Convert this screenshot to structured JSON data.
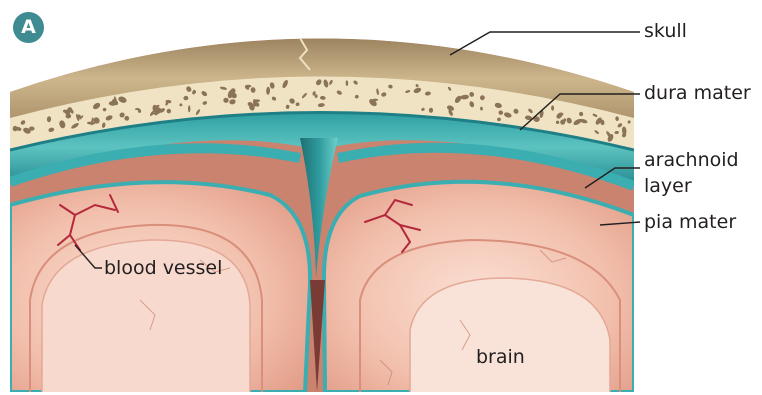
{
  "figure": {
    "badge": "A",
    "labels": {
      "skull": "skull",
      "dura_mater": "dura mater",
      "arachnoid_line1": "arachnoid",
      "arachnoid_line2": "layer",
      "pia_mater": "pia mater",
      "blood_vessel": "blood vessel",
      "brain": "brain"
    }
  },
  "colors": {
    "skull": "#b9a27a",
    "bone_spongy": "#efe3c4",
    "dura": "#3fb3b3",
    "dura_dark": "#1f7f86",
    "brain": "#f0b9a6",
    "brain_light": "#f8d9cc",
    "vessel": "#b3283b",
    "label_line": "#231f20",
    "badge": "#3f8b92"
  }
}
